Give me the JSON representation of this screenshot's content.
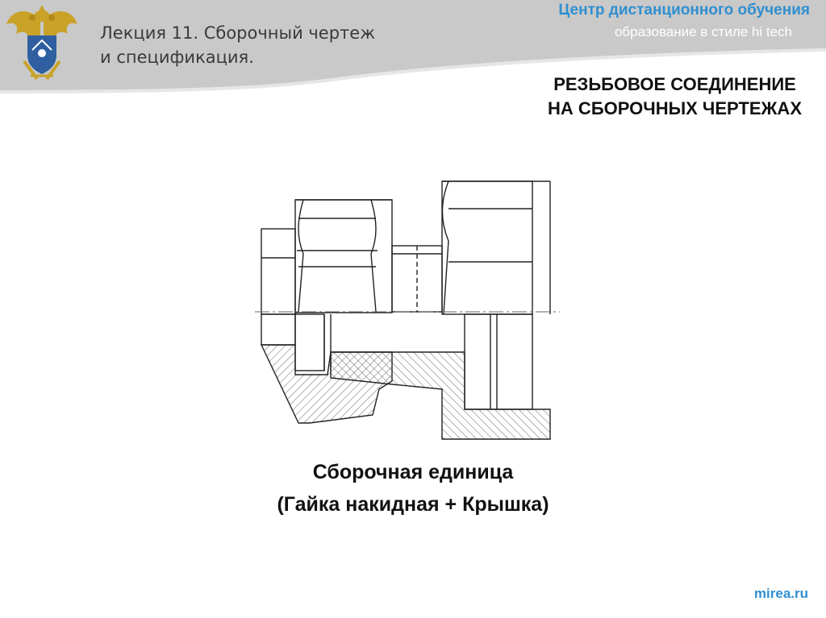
{
  "header": {
    "lecture_title": "Лекция 11. Сборочный чертеж\nи спецификация.",
    "center_name": "Центр дистанционного обучения",
    "center_slogan": "образование в стиле hi tech"
  },
  "slide": {
    "title": "РЕЗЬБОВОЕ СОЕДИНЕНИЕ\nНА СБОРОЧНЫХ ЧЕРТЕЖАХ",
    "caption": "Сборочная единица\n(Гайка накидная + Крышка)"
  },
  "footer": {
    "site": "mirea.ru"
  },
  "colors": {
    "header_gray": "#c9c9c9",
    "accent_blue": "#2f8fd0",
    "emblem_gold": "#c9a227"
  },
  "icons": {
    "emblem": "double-headed-eagle-emblem"
  }
}
